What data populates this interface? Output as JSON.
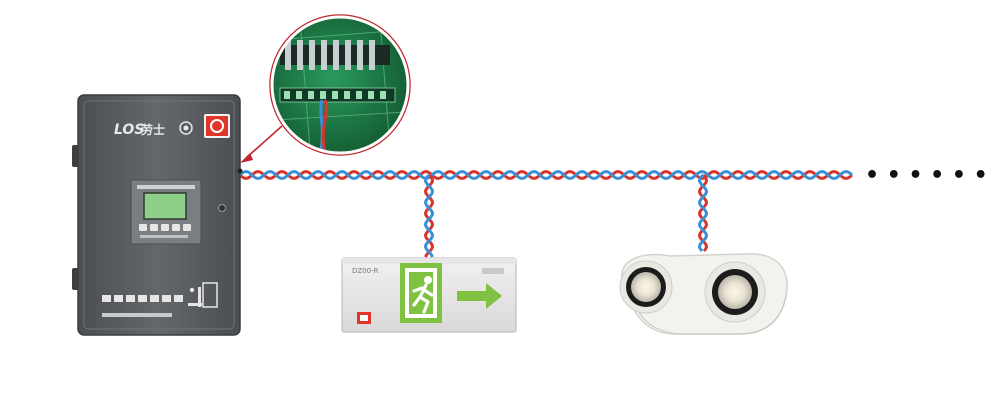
{
  "controller": {
    "brand": "LOS",
    "brand_suffix": "劳士"
  },
  "exit_sign": {
    "label": "DZ00-R"
  },
  "continuation": {
    "label": "• • • • • •"
  },
  "colors": {
    "wire_red": "#d9342b",
    "wire_blue": "#3a8fd9",
    "cabinet": "#5d6064",
    "exit_green": "#7fc241",
    "pcb_green": "#1f7a46",
    "callout_arrow": "#c0262d",
    "badge_red": "#e0352b"
  },
  "icons": {
    "controller": "emergency-lighting-controller-icon",
    "pcb": "circuit-board-icon",
    "exit_sign": "running-man-exit-icon",
    "twin_spot": "twin-spotlight-icon"
  }
}
